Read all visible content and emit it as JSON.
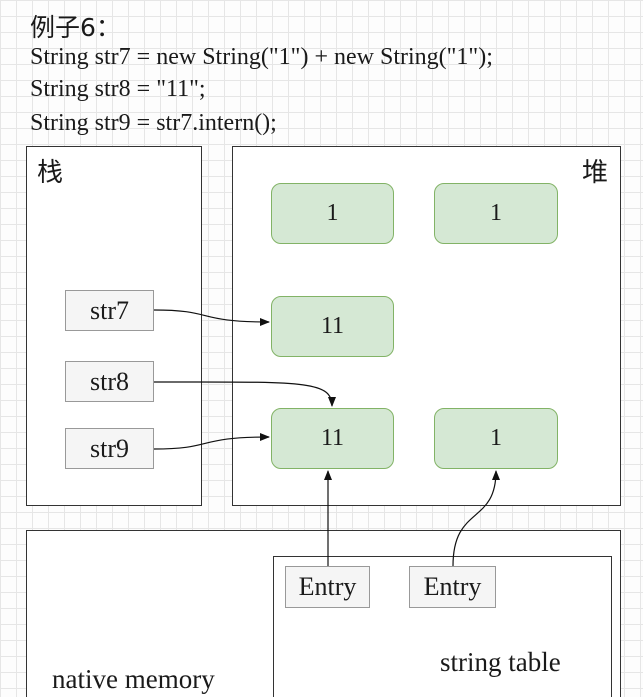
{
  "title": "例子6：",
  "code": [
    "String str7 = new String(\"1\") + new String(\"1\");",
    "String str8 = \"11\";",
    "String str9 = str7.intern();"
  ],
  "stack": {
    "label": "栈",
    "vars": [
      "str7",
      "str8",
      "str9"
    ]
  },
  "heap": {
    "label": "堆",
    "objects": [
      "1",
      "1",
      "11",
      "11",
      "1"
    ]
  },
  "native": {
    "label": "native memory",
    "string_table": {
      "label": "string table",
      "entries": [
        "Entry",
        "Entry"
      ]
    }
  },
  "colors": {
    "object_fill": "#d5e8d4",
    "object_border": "#82b366",
    "var_fill": "#f5f5f5",
    "var_border": "#999999"
  }
}
